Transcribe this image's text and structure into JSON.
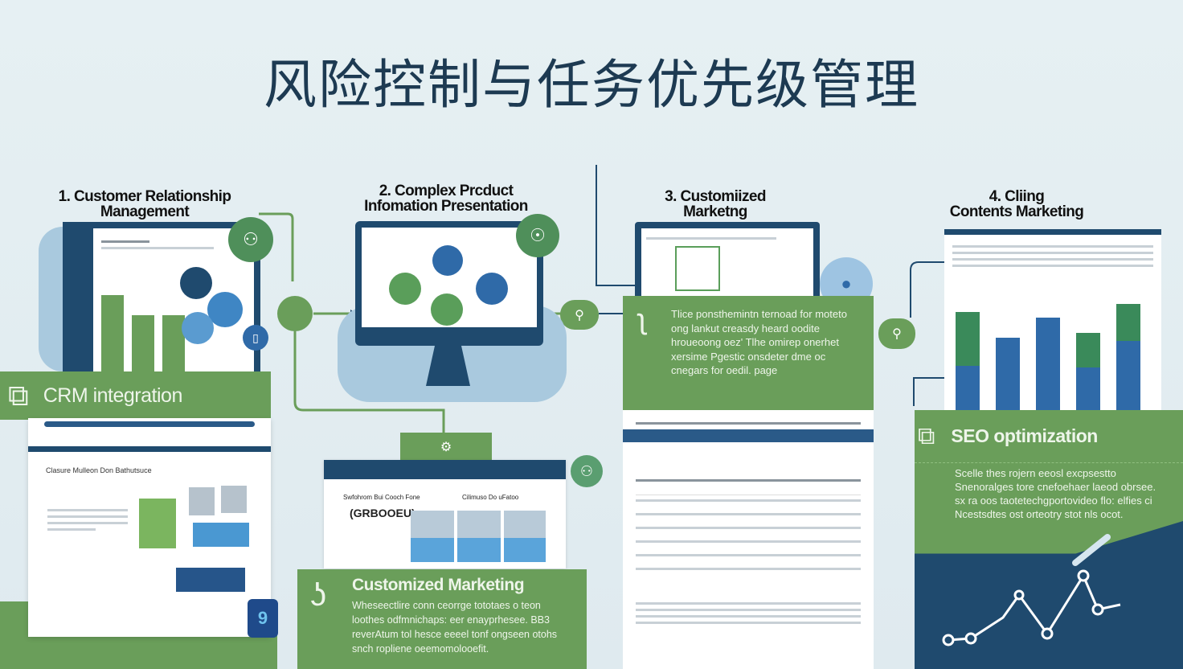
{
  "title": "风险控制与任务优先级管理",
  "sections": [
    {
      "number": "1.",
      "heading_line1": "Customer Relationship",
      "heading_line2": "Management"
    },
    {
      "number": "2.",
      "heading_line1": "Complex Prcduct",
      "heading_line2": "Infomation Presentation"
    },
    {
      "number": "3.",
      "heading_line1": "Customiized",
      "heading_line2": "Marketng"
    },
    {
      "number": "4.",
      "heading_line1": "Cliing",
      "heading_line2": "Contents Marketing"
    }
  ],
  "crm": {
    "label": "CRM integration",
    "panel_title": "Clasure Mulleon Don Bathutsuce",
    "badge": "9"
  },
  "product": {
    "panel_left_title": "Swfohrom Bui Cooch Fone",
    "panel_right_title": "Cilimuso Do uFatoo",
    "big_label": "(GRBOOEU)"
  },
  "marketing_card": {
    "text": "Tlice ponsthemintn ternoad for moteto ong lankut creasdy heard oodite hroueoong oez' Tlhe omirep onerhet xersime Pgestic onsdeter dme oc cnegars for oedil. page"
  },
  "customized_marketing": {
    "label": "Customized Marketing",
    "text": "Wheseectlire conn ceorrge tototaes o teon loothes odfmnichaps: eer enayprhesee. BB3 reverAtum tol hesce eeeel tonf ongseen otohs snch ropliene oeemomolooefit."
  },
  "seo": {
    "label": "SEO optimization",
    "text": "Scelle thes rojern eeosl excpsestto Snenoralges tore cnefoehaer laeod obrsee. sx ra oos taotetechgportovideo flo: elfies ci Ncestsdtes ost orteotry stot nls ocot."
  },
  "colors": {
    "green": "#6a9e5a",
    "navy": "#1f4a6e",
    "blue": "#2f6aa8",
    "background": "#e3eef2",
    "title": "#1d3a52"
  }
}
